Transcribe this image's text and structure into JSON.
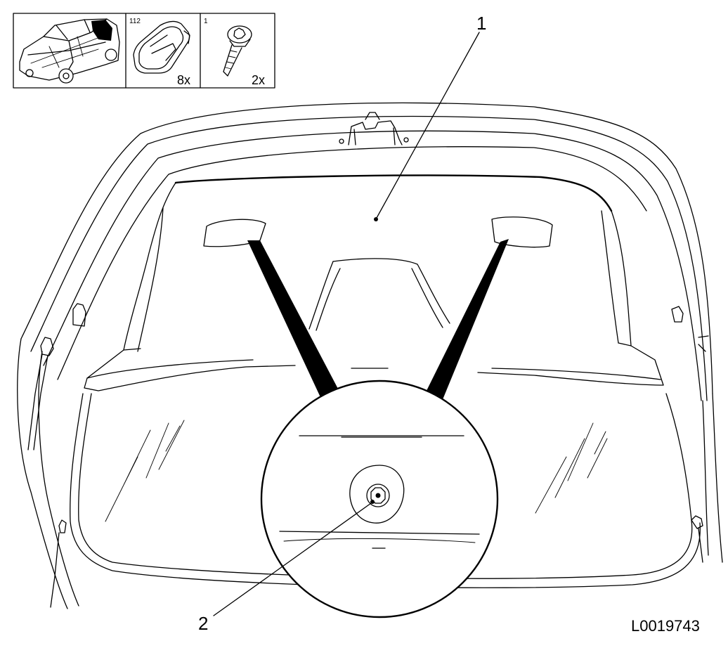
{
  "legend": {
    "cell_2": {
      "part_number": "112",
      "quantity": "8x"
    },
    "cell_3": {
      "part_number": "1",
      "quantity": "2x"
    }
  },
  "callouts": {
    "part_1": "1",
    "part_2": "2"
  },
  "figure_id": "L0019743"
}
